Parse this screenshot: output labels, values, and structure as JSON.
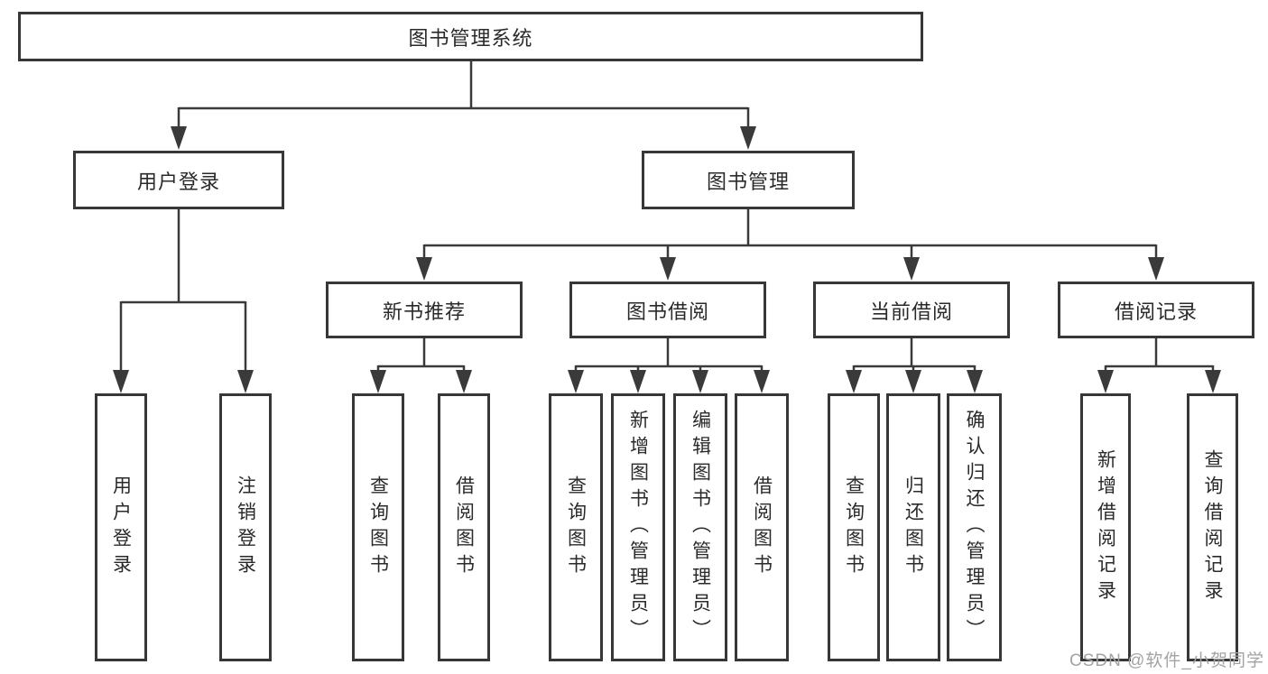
{
  "diagram": {
    "root": {
      "label": "图书管理系统"
    },
    "user_login": {
      "label": "用户登录",
      "children": [
        {
          "label": "用户登录"
        },
        {
          "label": "注销登录"
        }
      ]
    },
    "book_management": {
      "label": "图书管理",
      "children": [
        {
          "label": "新书推荐",
          "children": [
            {
              "label": "查询图书"
            },
            {
              "label": "借阅图书"
            }
          ]
        },
        {
          "label": "图书借阅",
          "children": [
            {
              "label": "查询图书"
            },
            {
              "label": "新增图书（管理员）"
            },
            {
              "label": "编辑图书（管理员）"
            },
            {
              "label": "借阅图书"
            }
          ]
        },
        {
          "label": "当前借阅",
          "children": [
            {
              "label": "查询图书"
            },
            {
              "label": "归还图书"
            },
            {
              "label": "确认归还（管理员）"
            }
          ]
        },
        {
          "label": "借阅记录",
          "children": [
            {
              "label": "新增借阅记录"
            },
            {
              "label": "查询借阅记录"
            }
          ]
        }
      ]
    }
  },
  "watermark": {
    "text": "CSDN @软件_小贺同学"
  },
  "colors": {
    "line": "#3a3a3a",
    "box_border": "#373737",
    "text": "#2a2a2a",
    "background": "#ffffff",
    "watermark": "#a3a3a3"
  }
}
